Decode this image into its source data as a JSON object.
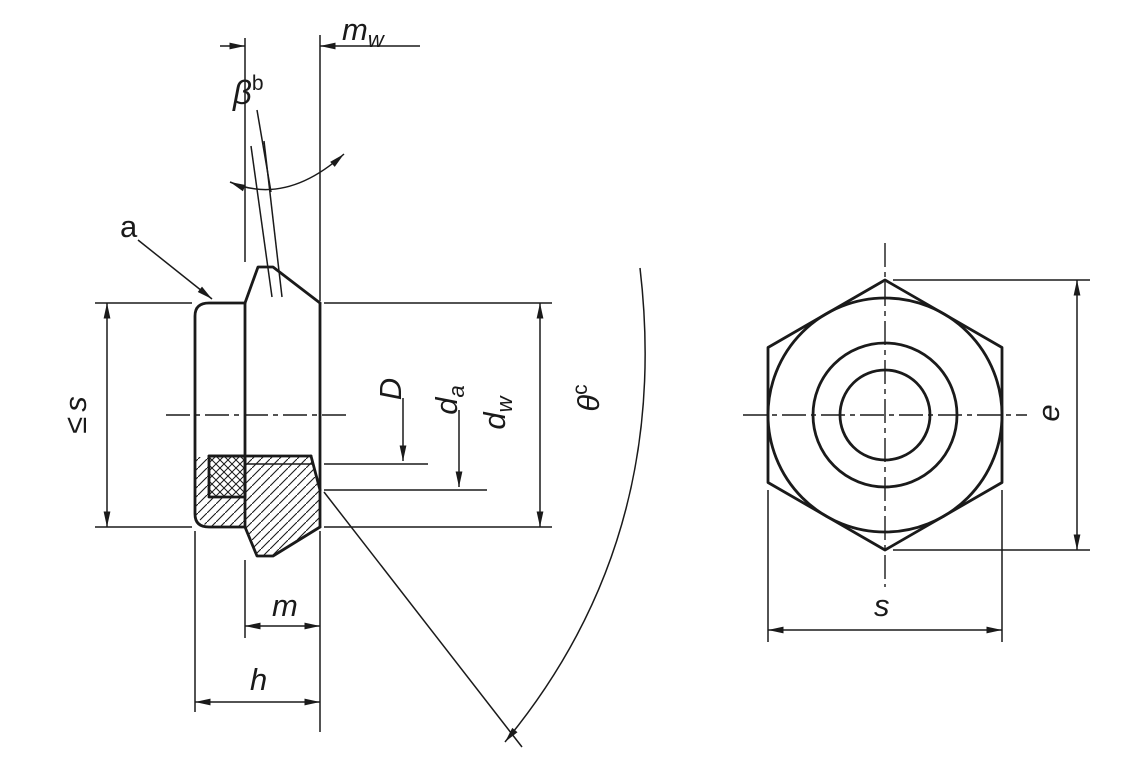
{
  "drawing": {
    "background_color": "#ffffff",
    "line_color": "#1a1a1a",
    "side_view": {
      "dimensions": {
        "m_w": {
          "base": "m",
          "sub": "w"
        },
        "beta": {
          "base": "β",
          "sup": "b"
        },
        "a": {
          "base": "a"
        },
        "s_max": {
          "prefix": "≤",
          "base": "s"
        },
        "D": {
          "base": "D"
        },
        "d_a": {
          "base": "d",
          "sub": "a"
        },
        "d_w": {
          "base": "d",
          "sub": "w"
        },
        "theta": {
          "base": "θ",
          "sup": "c"
        },
        "m": {
          "base": "m"
        },
        "h": {
          "base": "h"
        }
      }
    },
    "end_view": {
      "dimensions": {
        "e": {
          "base": "e"
        },
        "s": {
          "base": "s"
        }
      }
    }
  }
}
